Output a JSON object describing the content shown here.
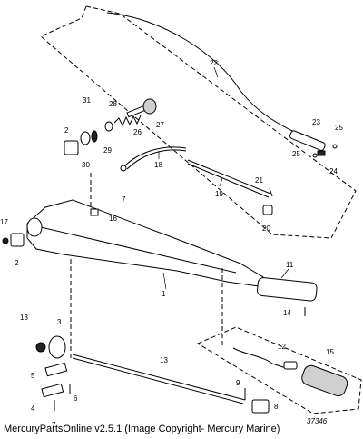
{
  "diagram": {
    "drawing_number": "37346",
    "caption": "MercuryPartsOnline v2.5.1 (Image Copyright- Mercury Marine)",
    "labels": {
      "l1": "1",
      "l2a": "2",
      "l2b": "2",
      "l3": "3",
      "l4": "4",
      "l5": "5",
      "l6": "6",
      "l7a": "7",
      "l7b": "7",
      "l8": "8",
      "l9": "9",
      "l11": "11",
      "l12": "12",
      "l13a": "13",
      "l13b": "13",
      "l14": "14",
      "l15": "15",
      "l16": "16",
      "l17": "17",
      "l18": "18",
      "l19": "19",
      "l20": "20",
      "l21": "21",
      "l22": "22",
      "l23": "23",
      "l24": "24",
      "l25a": "25",
      "l25b": "25",
      "l26": "26",
      "l27": "27",
      "l28": "28",
      "l29": "29",
      "l30": "30",
      "l31": "31"
    }
  }
}
